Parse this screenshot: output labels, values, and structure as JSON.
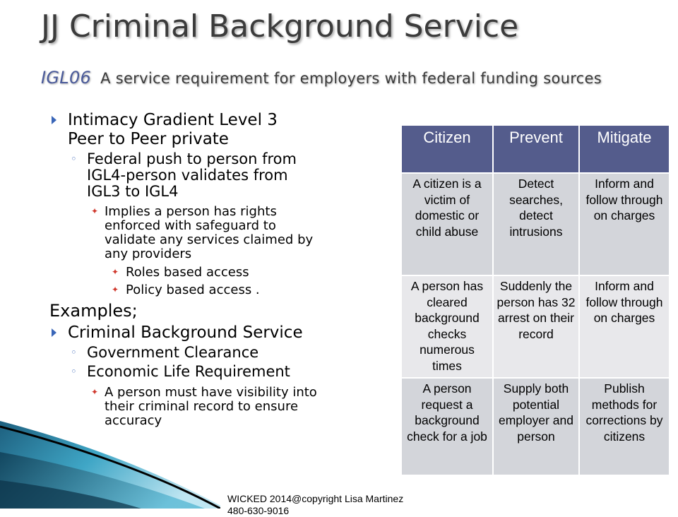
{
  "title": "JJ Criminal Background Service",
  "subtitle": {
    "code": "IGL06",
    "text": "A service requirement for employers with federal funding sources"
  },
  "bullets": {
    "intimacy": "Intimacy Gradient Level 3",
    "peer": "Peer to Peer private",
    "federal_1": "Federal push to person from",
    "federal_2": "IGL4-person validates from",
    "federal_3": "IGL3 to IGL4",
    "implies_1": "Implies a person has rights",
    "implies_2": "enforced with safeguard to",
    "implies_3": "validate any services claimed by",
    "implies_4": "any providers",
    "roles": "Roles based access",
    "policy": "Policy based access ."
  },
  "examples_heading": "Examples;",
  "examples": {
    "criminal": "Criminal Background Service",
    "gov": "Government Clearance",
    "economic": "Economic Life Requirement",
    "visibility_1": "A person must have visibility into",
    "visibility_2": "their criminal record to ensure",
    "visibility_3": "accuracy"
  },
  "table": {
    "headers": [
      "Citizen",
      "Prevent",
      "Mitigate"
    ],
    "rows": [
      [
        "A citizen is a victim of domestic or child abuse",
        "Detect searches, detect intrusions",
        "Inform and follow through on charges"
      ],
      [
        "A person has cleared background checks numerous times",
        "Suddenly the person has 32 arrest on their record",
        "Inform and follow through on charges"
      ],
      [
        "A person request a background check for a job",
        "Supply both potential employer and person",
        "Publish methods for corrections by citizens"
      ]
    ]
  },
  "footer": "WICKED 2014@copyright Lisa Martinez\n480-630-9016",
  "colors": {
    "header_bg": "#545c8c",
    "cell_bg": "#d3d5da",
    "cell_alt_bg": "#e8e8eb",
    "accent_blue": "#3a66b8",
    "star_red": "#d0392e"
  }
}
